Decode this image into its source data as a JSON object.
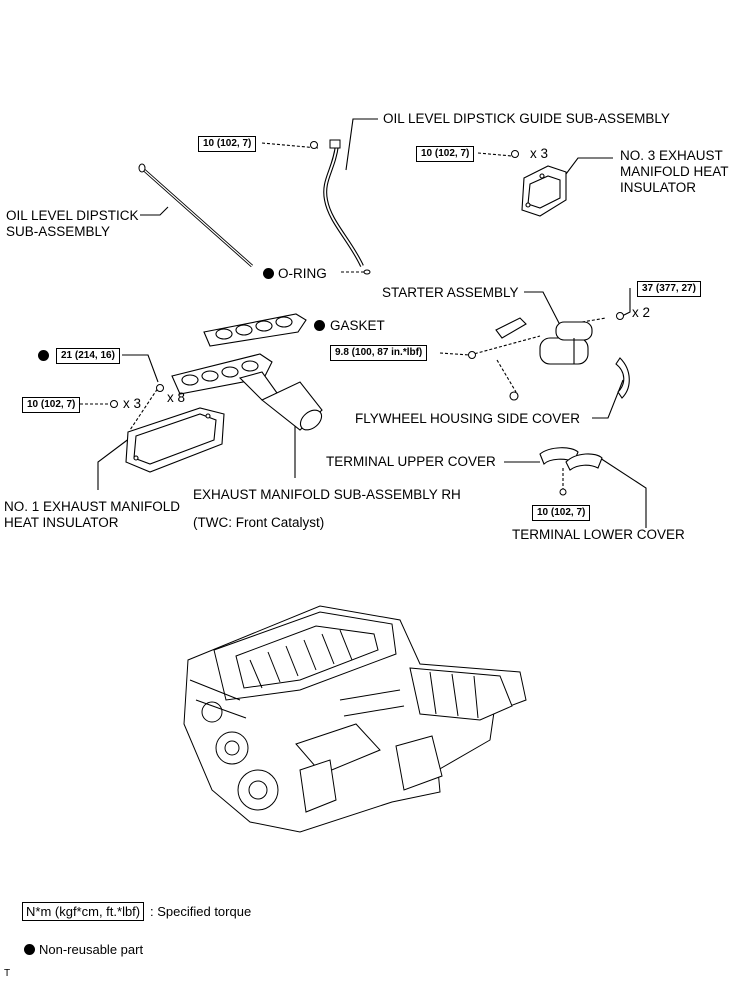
{
  "labels": {
    "dipstick_guide": "OIL LEVEL DIPSTICK GUIDE SUB-ASSEMBLY",
    "dipstick_line1": "OIL LEVEL DIPSTICK",
    "dipstick_line2": "SUB-ASSEMBLY",
    "o_ring": "O-RING",
    "no3_line1": "NO. 3 EXHAUST",
    "no3_line2": "MANIFOLD HEAT",
    "no3_line3": "INSULATOR",
    "gasket": "GASKET",
    "starter": "STARTER ASSEMBLY",
    "flywheel_cover": "FLYWHEEL HOUSING SIDE COVER",
    "terminal_upper": "TERMINAL UPPER COVER",
    "terminal_lower": "TERMINAL LOWER COVER",
    "exhaust_manifold": "EXHAUST MANIFOLD SUB-ASSEMBLY RH",
    "twc": "(TWC: Front Catalyst)",
    "no1_line1": "NO. 1 EXHAUST MANIFOLD",
    "no1_line2": "HEAT INSULATOR"
  },
  "torques": {
    "guide_bolt": "10 (102, 7)",
    "no3_bolt": "10 (102, 7)",
    "manifold_nut": "21 (214, 16)",
    "no1_bolt": "10 (102, 7)",
    "starter_bolt": "37 (377, 27)",
    "starter_nut": "9.8 (100, 87 in.*lbf)",
    "terminal_bolt": "10 (102, 7)"
  },
  "quantities": {
    "no3": "x 3",
    "manifold": "x 8",
    "no1": "x 3",
    "starter": "x 2"
  },
  "legend": {
    "torque_box": "N*m (kgf*cm, ft.*lbf)",
    "torque_text": ": Specified torque",
    "nonreusable": "Non-reusable part"
  },
  "footer_mark": "T"
}
